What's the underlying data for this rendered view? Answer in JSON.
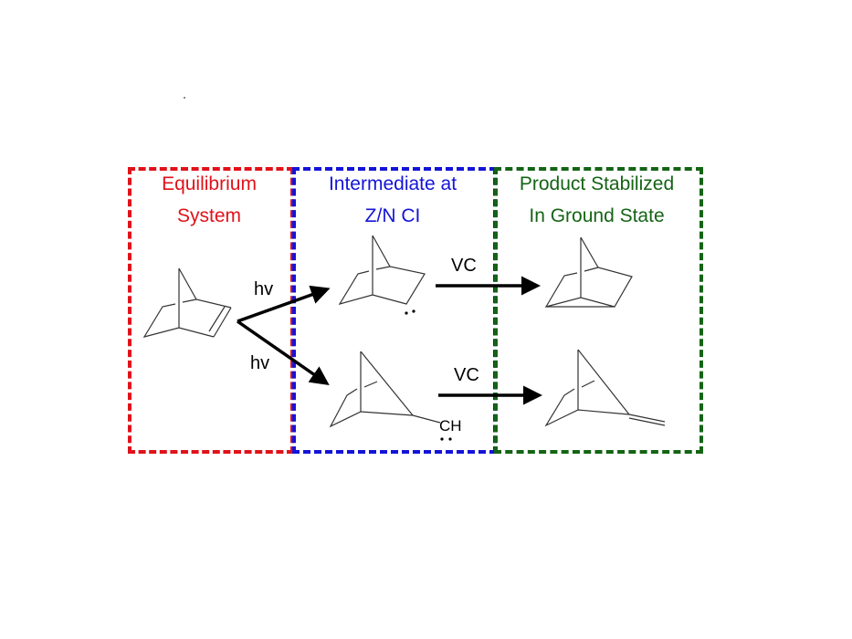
{
  "panels": [
    {
      "title_line1": "Equilibrium",
      "title_line2": "System",
      "color": "#e0121a"
    },
    {
      "title_line1": "Intermediate at",
      "title_line2": "Z/N CI",
      "color": "#1414d8"
    },
    {
      "title_line1": "Product Stabilized",
      "title_line2": "In Ground State",
      "color": "#146414"
    }
  ],
  "labels": {
    "hv_top": "hv",
    "hv_bottom": "hv",
    "vc_top": "VC",
    "vc_bottom": "VC",
    "ch": "CH"
  }
}
